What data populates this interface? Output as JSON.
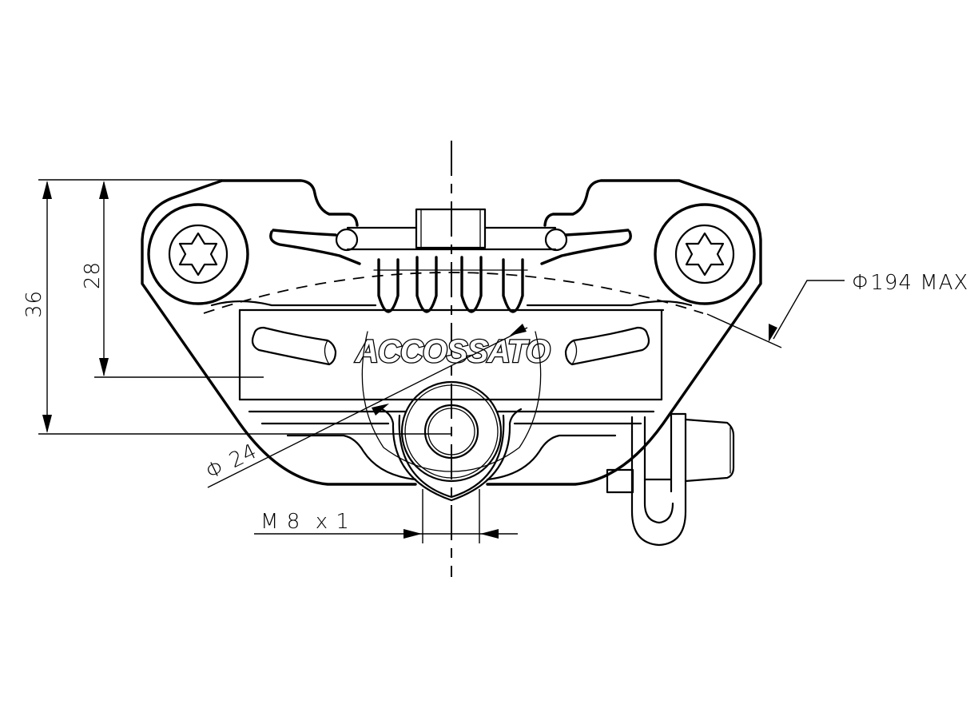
{
  "drawing": {
    "subject": "Brake caliper front view",
    "brand_logo": "ACCOSSATO",
    "line_color": "#000000",
    "background_color": "#ffffff"
  },
  "dimensions": {
    "overall_height": "36",
    "mount_height": "28",
    "piston_diameter": "Φ 24",
    "disc_max_diameter": "Φ194 MAX",
    "thread_spec": "M 8  x 1"
  }
}
